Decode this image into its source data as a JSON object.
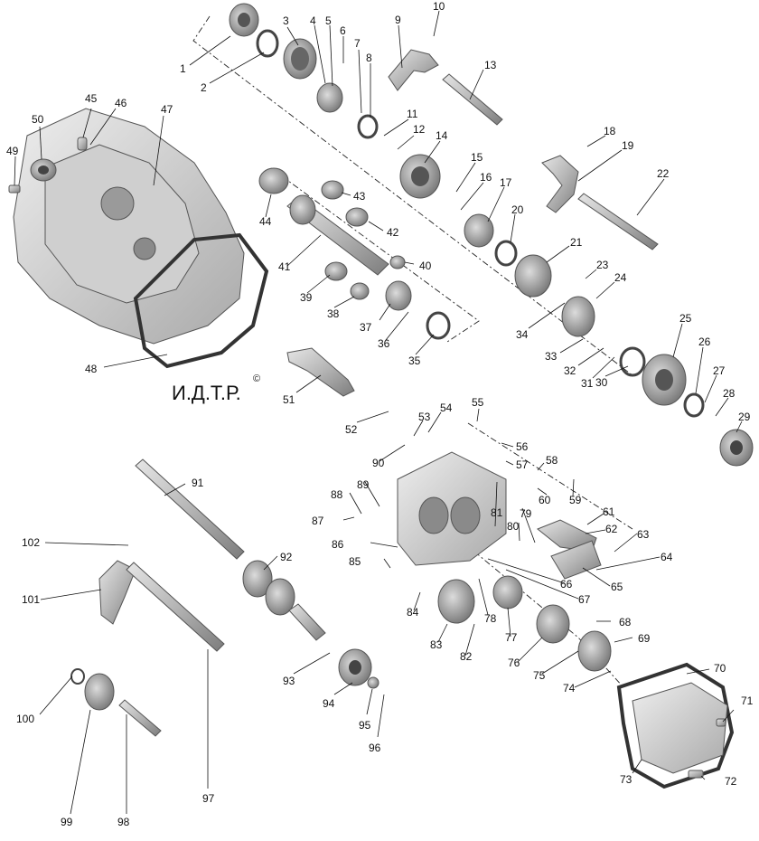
{
  "watermark": "И.Д.Т.Р.",
  "copyright_mark": "©",
  "callouts": [
    "1",
    "2",
    "3",
    "4",
    "5",
    "6",
    "7",
    "8",
    "9",
    "10",
    "11",
    "12",
    "13",
    "14",
    "15",
    "16",
    "17",
    "18",
    "19",
    "20",
    "21",
    "22",
    "23",
    "24",
    "25",
    "26",
    "27",
    "28",
    "29",
    "30",
    "31",
    "32",
    "33",
    "34",
    "35",
    "36",
    "37",
    "38",
    "39",
    "40",
    "41",
    "42",
    "43",
    "44",
    "45",
    "46",
    "47",
    "48",
    "49",
    "50",
    "51",
    "52",
    "53",
    "54",
    "55",
    "56",
    "57",
    "58",
    "59",
    "60",
    "61",
    "62",
    "63",
    "64",
    "65",
    "66",
    "67",
    "68",
    "69",
    "70",
    "71",
    "72",
    "73",
    "74",
    "75",
    "76",
    "77",
    "78",
    "79",
    "80",
    "81",
    "82",
    "83",
    "84",
    "85",
    "86",
    "87",
    "88",
    "89",
    "90",
    "91",
    "92",
    "93",
    "94",
    "95",
    "96",
    "97",
    "98",
    "99",
    "100",
    "101",
    "102"
  ]
}
